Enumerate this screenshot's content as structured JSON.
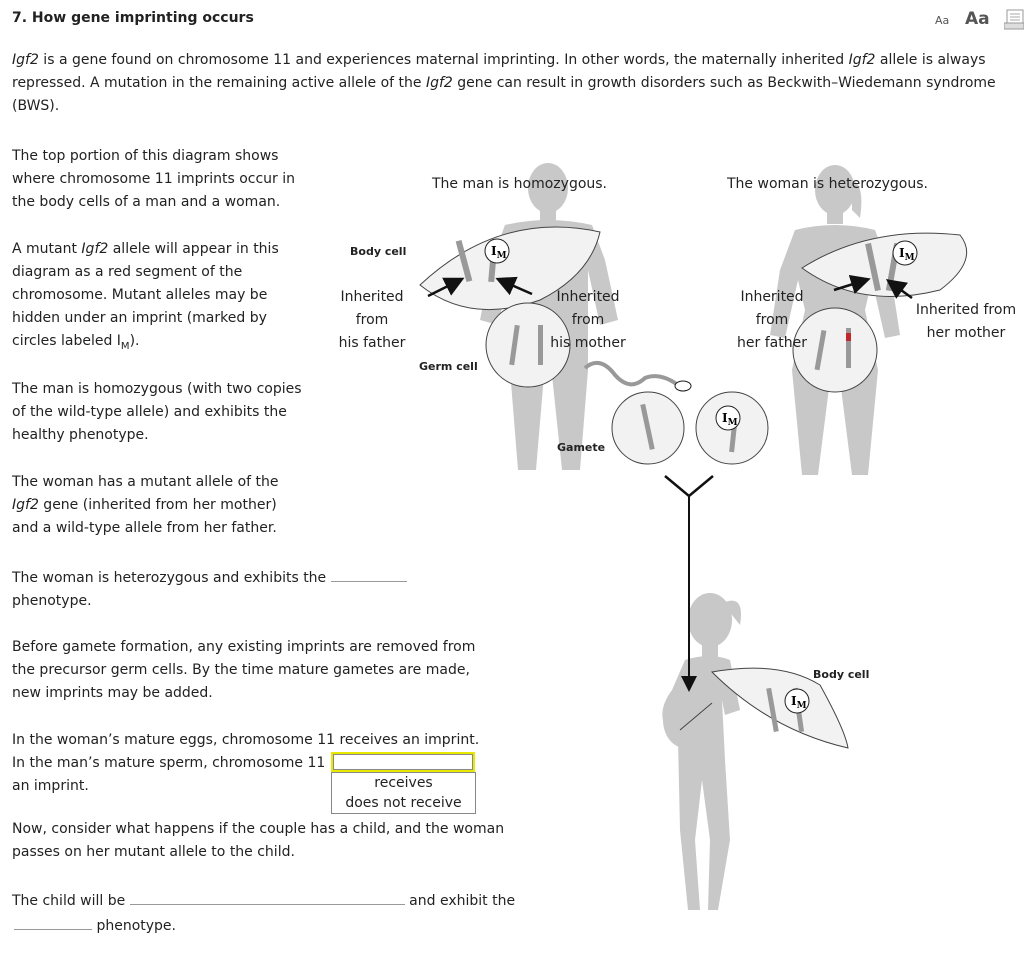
{
  "header": {
    "title": "7. How gene imprinting occurs",
    "font_small": "Aa",
    "font_large": "Aa"
  },
  "intro": {
    "p1_gene": "Igf2",
    "p1_a": " is a gene found on chromosome 11 and experiences maternal imprinting. In other words, the maternally inherited ",
    "p1_gene2": "Igf2",
    "p1_b": " allele is always repressed. A mutation in the remaining active allele of the ",
    "p1_gene3": "Igf2",
    "p1_c": " gene can result in growth disorders such as Beckwith–Wiedemann syndrome (BWS)."
  },
  "body": {
    "para1": "The top portion of this diagram shows where chromosome 11 imprints occur in the body cells of a man and a woman.",
    "para2_a": "A mutant ",
    "para2_gene": "Igf2",
    "para2_b": " allele will appear in this diagram as a red segment of the chromosome. Mutant alleles may be hidden under an imprint (marked by circles labeled I",
    "para2_sub": "M",
    "para2_c": ").",
    "para3": "The man is homozygous (with two copies of the wild-type allele) and exhibits the healthy phenotype.",
    "para4_a": "The woman has a mutant allele of the ",
    "para4_gene": "Igf2",
    "para4_b": " gene (inherited from her mother) and a wild-type allele from her father.",
    "para5_a": "The woman is heterozygous and exhibits the",
    "para5_b": "phenotype.",
    "para6": "Before gamete formation, any existing imprints are removed from the precursor germ cells. By the time mature gametes are made, new imprints may be added.",
    "para7_line1": "In the woman’s mature eggs, chromosome 11 receives an imprint.",
    "para7_line2": "In the man’s mature sperm, chromosome 11",
    "para7_line3": "an imprint.",
    "para8": "Now, consider what happens if the couple has a child, and the woman passes on her mutant allele to the child.",
    "para9_a": "The child will be",
    "para9_b": "and exhibit the",
    "para9_c": "phenotype."
  },
  "dropdown": {
    "selected": "",
    "options": [
      "receives",
      "does not receive"
    ]
  },
  "diagram": {
    "man_title": "The man is homozygous.",
    "woman_title": "The woman is heterozygous.",
    "body_cell": "Body cell",
    "germ_cell": "Germ cell",
    "gamete": "Gamete",
    "child_body_cell": "Body cell",
    "man_father_1": "Inherited from",
    "man_father_2": "his father",
    "man_mother_1": "Inherited from",
    "man_mother_2": "his mother",
    "woman_father_1": "Inherited from",
    "woman_father_2": "her father",
    "woman_mother_1": "Inherited from",
    "woman_mother_2": "her mother",
    "imprint_I": "I",
    "imprint_M": "M"
  },
  "colors": {
    "silhouette": "#c8c8c8",
    "cell_fill": "#f2f2f2",
    "chromosome": "#999999",
    "mutant": "#c0282d",
    "dropdown_highlight": "#e8e800"
  }
}
